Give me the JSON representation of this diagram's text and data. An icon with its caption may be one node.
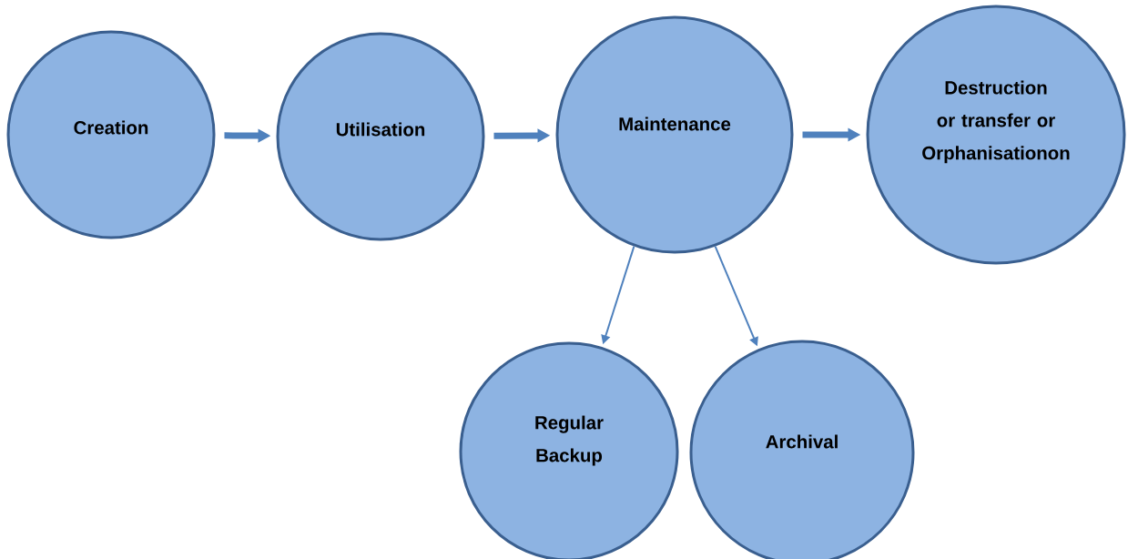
{
  "diagram": {
    "nodes": [
      {
        "text": [
          "Creation"
        ]
      },
      {
        "text": [
          "Utilisation"
        ]
      },
      {
        "text": [
          "Maintenance"
        ]
      },
      {
        "text": [
          "Destruction or transfer or Orphanisationon"
        ]
      },
      {
        "text": [
          "Regular Backup"
        ]
      },
      {
        "text": [
          "Archival"
        ]
      }
    ],
    "edges": [
      {
        "from": 0,
        "to": 1,
        "arrow": "to"
      },
      {
        "from": 1,
        "to": 2,
        "arrow": "to"
      },
      {
        "from": 2,
        "to": 3,
        "arrow": "to"
      },
      {
        "from": 2,
        "to": 4,
        "arrow": "to"
      },
      {
        "from": 2,
        "to": 5,
        "arrow": "to"
      }
    ]
  }
}
